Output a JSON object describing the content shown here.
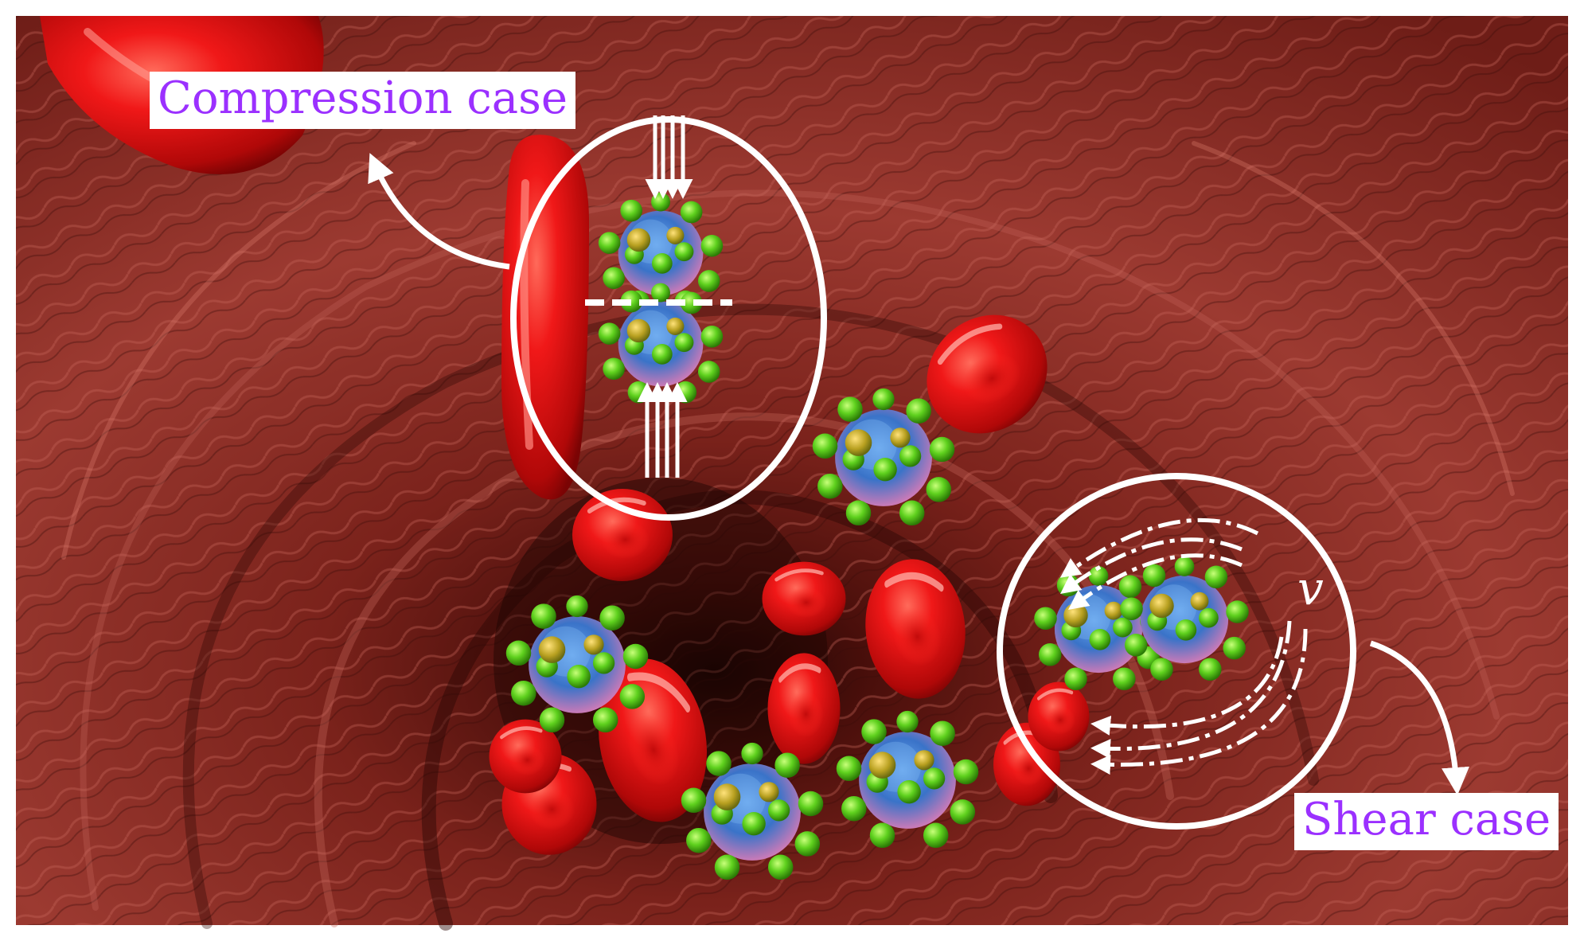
{
  "labels": {
    "compression": "Compression case",
    "shear": "Shear case",
    "velocity_symbol": "v"
  },
  "colors": {
    "label_text": "#9b30ff",
    "vessel_wall": "#8a2a22",
    "blood_cell": "#e01010",
    "particle_core": "#3a73c8",
    "particle_ligand": "#5fd11e",
    "annotation": "#ffffff"
  },
  "icons": [
    "red-blood-cell",
    "nanoparticle",
    "compression-arrows",
    "shear-arrows"
  ]
}
